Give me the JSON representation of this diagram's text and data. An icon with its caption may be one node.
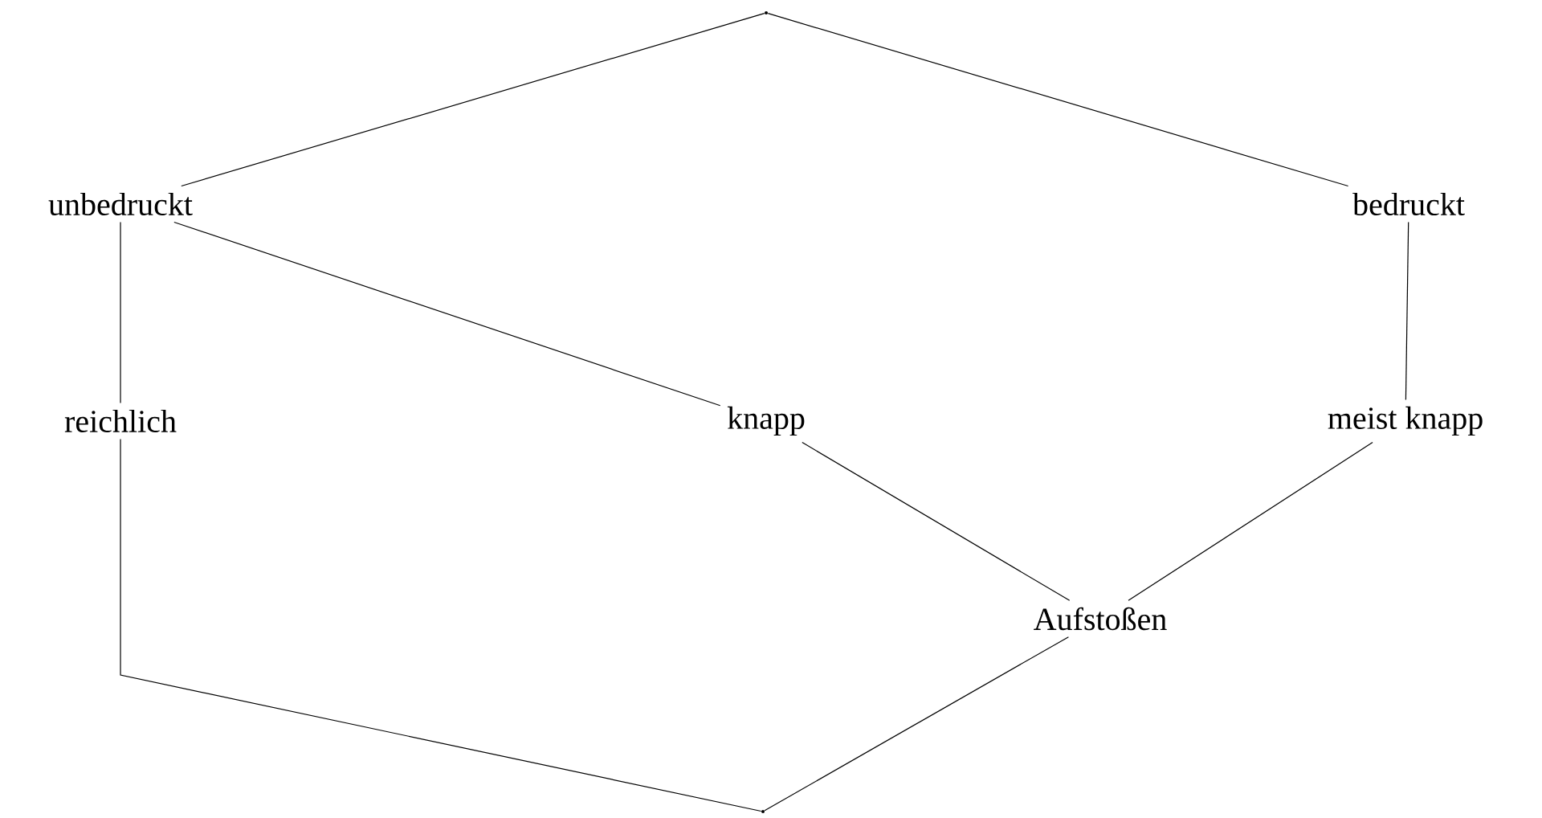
{
  "diagram": {
    "nodes": [
      {
        "text": [],
        "shape": "point"
      },
      {
        "text": [
          "unbedruckt"
        ]
      },
      {
        "text": [
          "bedruckt"
        ]
      },
      {
        "text": [
          "reichlich"
        ]
      },
      {
        "text": [
          "knapp"
        ]
      },
      {
        "text": [
          "meist knapp"
        ]
      },
      {
        "text": [
          "Aufstoßen"
        ]
      },
      {
        "text": [],
        "shape": "point"
      }
    ],
    "edges": [
      {
        "from": 0,
        "to": 1,
        "arrow": "none"
      },
      {
        "from": 0,
        "to": 2,
        "arrow": "none"
      },
      {
        "from": 1,
        "to": 3,
        "arrow": "none"
      },
      {
        "from": 1,
        "to": 4,
        "arrow": "none"
      },
      {
        "from": 2,
        "to": 5,
        "arrow": "none"
      },
      {
        "from": 4,
        "to": 6,
        "arrow": "none"
      },
      {
        "from": 5,
        "to": 6,
        "arrow": "none"
      },
      {
        "from": 3,
        "to": 7,
        "arrow": "none"
      },
      {
        "from": 6,
        "to": 7,
        "arrow": "none"
      }
    ]
  }
}
